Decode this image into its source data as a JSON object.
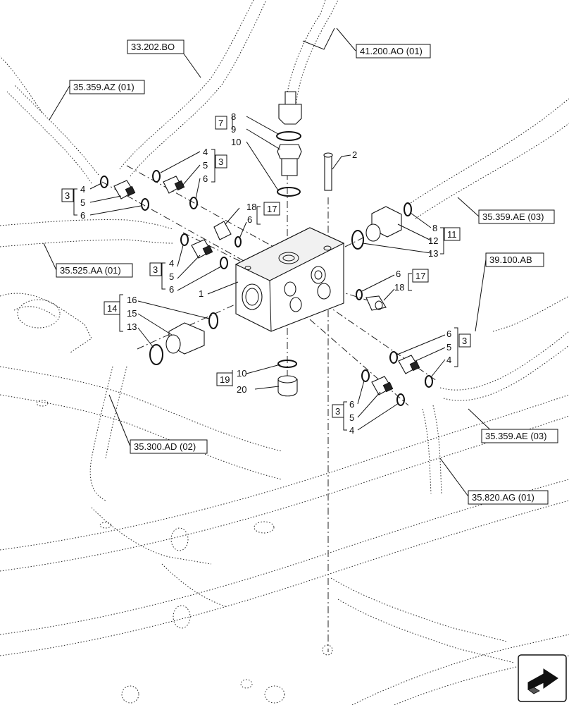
{
  "references": {
    "r33202BO": "33.202.BO",
    "r41200AO": "41.200.AO (01)",
    "r35359AZ": "35.359.AZ (01)",
    "r35359AE_a": "35.359.AE (03)",
    "r35525AA": "35.525.AA (01)",
    "r39100AB": "39.100.AB",
    "r35300AD": "35.300.AD (02)",
    "r35359AE_b": "35.359.AE (03)",
    "r35820AG": "35.820.AG (01)"
  },
  "groups": {
    "g7": "7",
    "g3_top": "3",
    "g3_left": "3",
    "g17_top": "17",
    "g11": "11",
    "g3_mid": "3",
    "g17_right": "17",
    "g14": "14",
    "g3_right": "3",
    "g19": "19",
    "g3_bottom": "3"
  },
  "callouts": {
    "c8_top": "8",
    "c9": "9",
    "c10_top": "10",
    "c4_tr": "4",
    "c5_tr": "5",
    "c6_tr": "6",
    "c4_l": "4",
    "c5_l": "5",
    "c6_l": "6",
    "c18_t": "18",
    "c6_t": "6",
    "c8_r": "8",
    "c12": "12",
    "c13_r": "13",
    "c4_m": "4",
    "c5_m": "5",
    "c6_m": "6",
    "c1": "1",
    "c2": "2",
    "c6_r17": "6",
    "c18_r17": "18",
    "c16": "16",
    "c15": "15",
    "c13_l": "13",
    "c6_r3": "6",
    "c5_r3": "5",
    "c4_r3": "4",
    "c10_b": "10",
    "c20": "20",
    "c6_b3": "6",
    "c5_b3": "5",
    "c4_b3": "4"
  },
  "nav_icon": "next-arrow-icon"
}
